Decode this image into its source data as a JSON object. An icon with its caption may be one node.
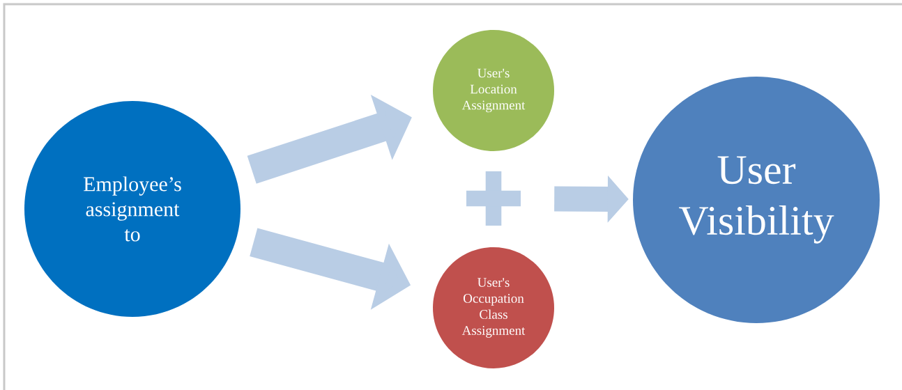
{
  "diagram": {
    "nodes": [
      {
        "text": [
          "Employee’s assignment to"
        ]
      },
      {
        "text": [
          "User's Location Assignment"
        ]
      },
      {
        "text": [
          "User's Occupation Class Assignment"
        ]
      },
      {
        "text": [
          "User Visibility"
        ]
      },
      {
        "text": [],
        "shape": "plus"
      }
    ],
    "edges": [
      {
        "from": 0,
        "to": 1,
        "arrow": "to"
      },
      {
        "from": 0,
        "to": 2,
        "arrow": "to"
      },
      {
        "from": 4,
        "to": 3,
        "arrow": "to"
      }
    ]
  }
}
